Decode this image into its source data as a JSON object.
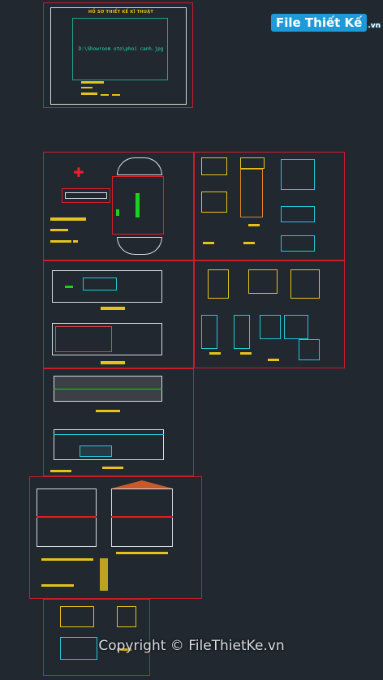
{
  "watermark": {
    "logo_text": "File Thiết Kế",
    "logo_suffix": ".vn",
    "copyright": "Copyright © FileThietKe.vn"
  },
  "cover_sheet": {
    "title": "HỒ SƠ THIẾT KẾ KĨ THUẬT",
    "image_path": "D:\\Showroom oto\\phoi canh.jpg"
  },
  "colors": {
    "background": "#212830",
    "frame_red": "#c81e2a",
    "text_yellow": "#e6c21a",
    "line_green": "#1fd11f",
    "line_cyan": "#25c7d8",
    "brand_blue": "#1f9ad8"
  }
}
